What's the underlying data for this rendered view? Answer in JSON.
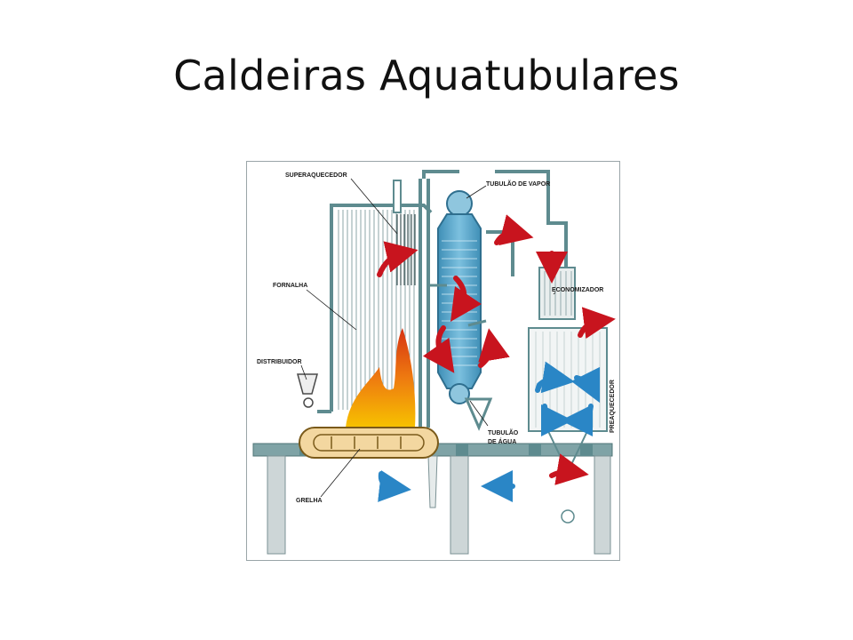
{
  "slide": {
    "title": "Caldeiras Aquatubulares"
  },
  "diagram": {
    "labels": {
      "superaquecedor": "SUPERAQUECEDOR",
      "tubulacao_vapor": "TUBULÃO DE VAPOR",
      "fornalha": "FORNALHA",
      "economizador": "ECONOMIZADOR",
      "distribuidor": "DISTRIBUIDOR",
      "preaquecedor": "PREAQUECEDOR",
      "tubulacao_agua_line1": "TUBULÃO",
      "tubulacao_agua_line2": "DE ÁGUA",
      "grelha": "GRELHA"
    },
    "colors": {
      "structure": "#5e8b8f",
      "drum_bank": "#5aa6c9",
      "hot_gas_arrow": "#c8141e",
      "air_arrow": "#2a86c6",
      "flame_outer": "#f0a800",
      "flame_inner": "#d83a10",
      "grate": "#f3d7a0"
    }
  }
}
